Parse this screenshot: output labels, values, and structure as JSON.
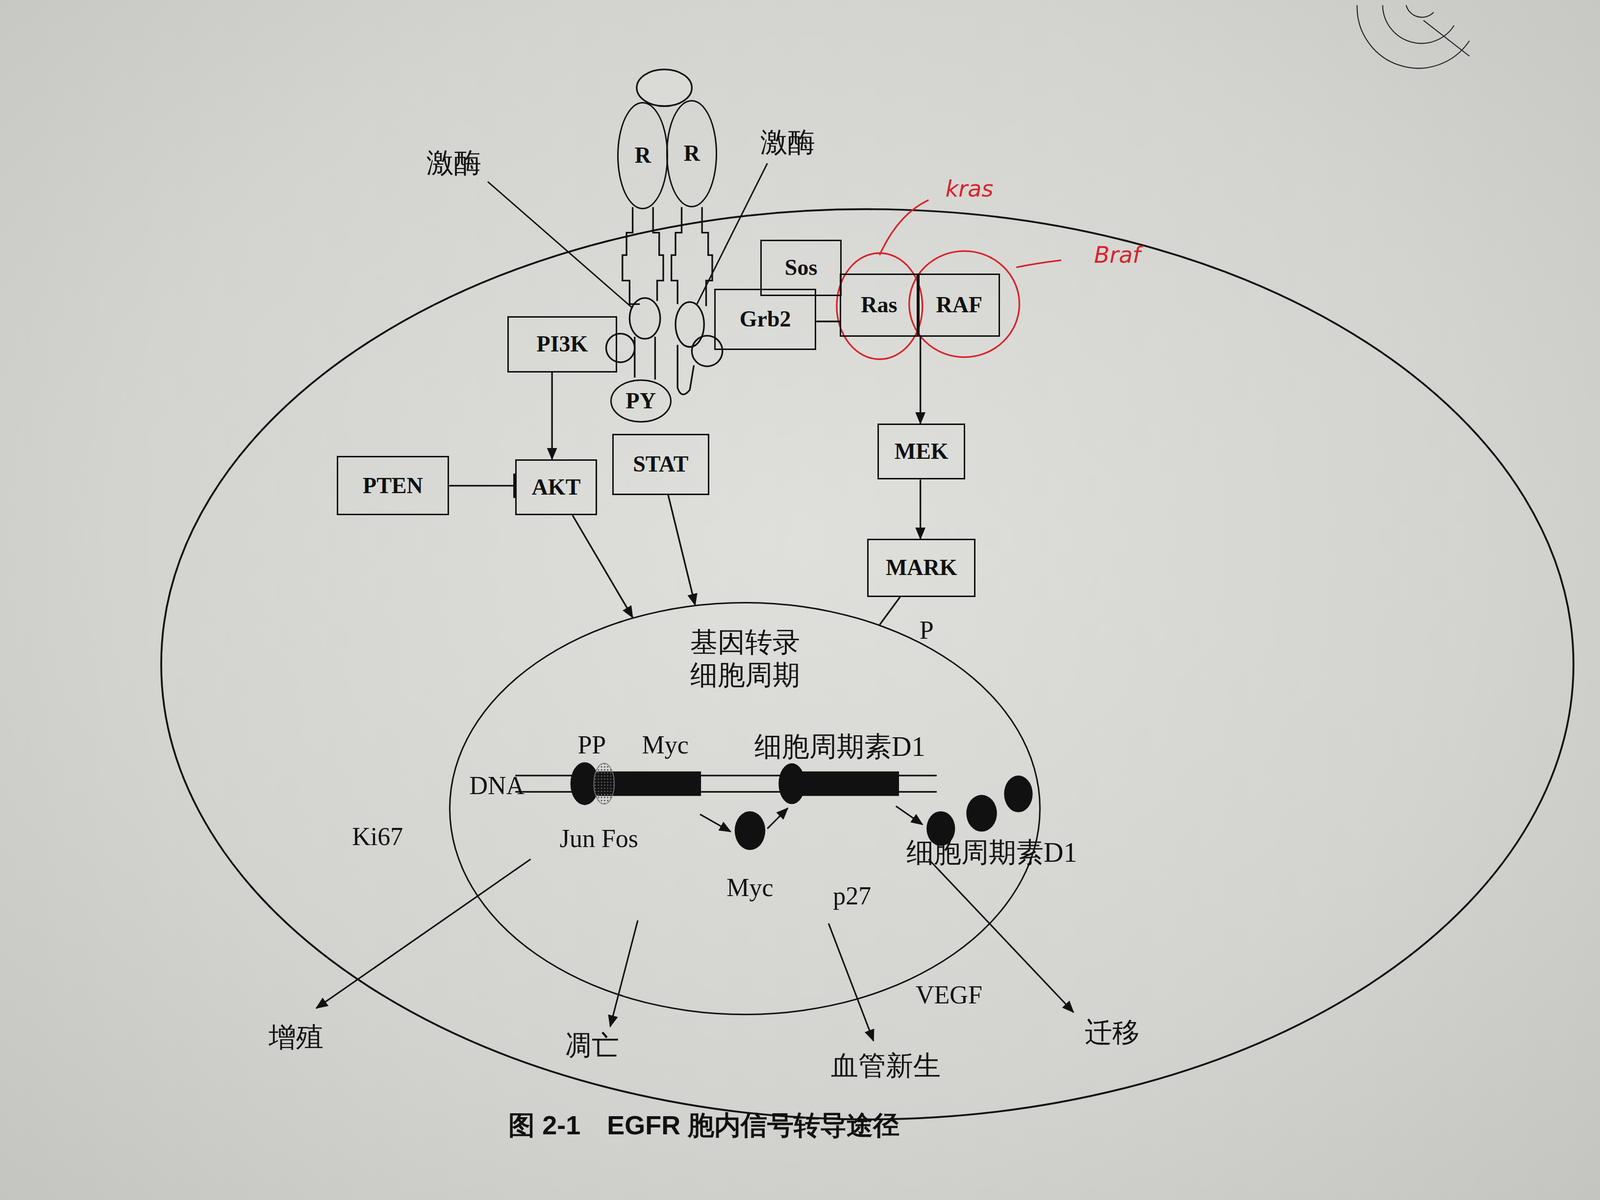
{
  "diagram": {
    "caption": "图 2-1　EGFR 胞内信号转导途径",
    "nodes": [
      {
        "text": [
          "R"
        ]
      },
      {
        "text": [
          "R"
        ]
      },
      {
        "text": [
          "Sos"
        ]
      },
      {
        "text": [
          "Ras"
        ]
      },
      {
        "text": [
          "RAF"
        ]
      },
      {
        "text": [
          "PI3K"
        ]
      },
      {
        "text": [
          "Grb2"
        ]
      },
      {
        "text": [
          "PY"
        ]
      },
      {
        "text": [
          "STAT"
        ]
      },
      {
        "text": [
          "MEK"
        ]
      },
      {
        "text": [
          "PTEN"
        ]
      },
      {
        "text": [
          "AKT"
        ]
      },
      {
        "text": [
          "MARK"
        ]
      },
      {
        "text": [
          "基因转录 细胞周期"
        ]
      }
    ],
    "edges": [
      {
        "from": 5,
        "to": 11,
        "arrow": "to"
      },
      {
        "from": 10,
        "to": 11,
        "arrow": "to"
      },
      {
        "from": 11,
        "to": 13,
        "arrow": "to"
      },
      {
        "from": 8,
        "to": 13,
        "arrow": "to"
      },
      {
        "from": 6,
        "to": 3,
        "arrow": "none"
      },
      {
        "from": 4,
        "to": 9,
        "arrow": "to"
      },
      {
        "from": 9,
        "to": 12,
        "arrow": "to"
      },
      {
        "from": 12,
        "to": 13,
        "arrow": "none"
      }
    ],
    "labels": [
      "激酶",
      "激酶",
      "kras",
      "Braf",
      "P",
      "PP",
      "Myc",
      "细胞周期素D1",
      "DNA",
      "Ki67",
      "Jun Fos",
      "细胞周期素D1",
      "Myc",
      "p27",
      "VEGF",
      "增殖",
      "凋亡",
      "血管新生",
      "迁移"
    ]
  }
}
